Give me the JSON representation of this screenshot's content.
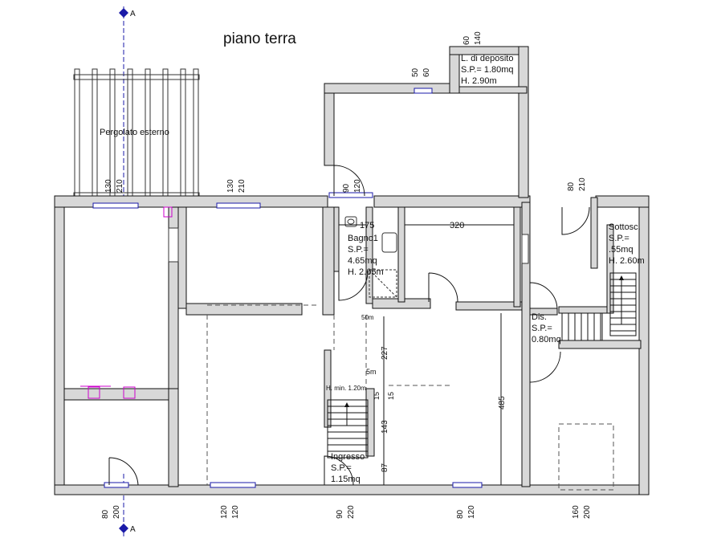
{
  "title": "piano terra",
  "section_marker": "A",
  "rooms": {
    "pergola": "Pergolato esterno",
    "deposito": [
      "L. di deposito",
      "S.P.= 1.80mq",
      "H. 2.90m"
    ],
    "bagno": [
      "Bagno1",
      "S.P.=",
      "4.65mq",
      "H. 2.65m"
    ],
    "sottoscala": [
      "Sottosc.",
      "S.P.=",
      ".55mq",
      "H. 2.60m"
    ],
    "disimpegno": [
      "Dis.",
      "S.P.=",
      "0.80mq"
    ],
    "ingresso": [
      "Ingresso",
      "S.P.=",
      "1.15mq"
    ]
  },
  "annotations": {
    "bagno_width": "175",
    "room_width": "320",
    "stair_height_1": "227",
    "stair_height_2": "143",
    "stair_height_3": "87",
    "corridor_length": "485",
    "stair_mid_a": "15",
    "stair_mid_b": "15",
    "h_min": "H. min. 1.20m",
    "frag_50m": "50m",
    "frag_5m": "5m"
  },
  "openings": [
    {
      "id": "pergola-w1",
      "w": "130",
      "h": "210"
    },
    {
      "id": "pergola-w2",
      "w": "130",
      "h": "210"
    },
    {
      "id": "door-top",
      "w": "90",
      "h": "120"
    },
    {
      "id": "deposito-w",
      "w": "50",
      "h": "60"
    },
    {
      "id": "deposito-top",
      "w": "60",
      "h": "140"
    },
    {
      "id": "sottoscala-door",
      "w": "80",
      "h": "210"
    },
    {
      "id": "bottom-left-door",
      "w": "80",
      "h": "200"
    },
    {
      "id": "bottom-w1",
      "w": "120",
      "h": "120"
    },
    {
      "id": "bottom-door",
      "w": "90",
      "h": "220"
    },
    {
      "id": "bottom-w2",
      "w": "80",
      "h": "120"
    },
    {
      "id": "bottom-door-right",
      "w": "160",
      "h": "200"
    }
  ],
  "colors": {
    "wall": "#d8d8d8",
    "line": "#111111",
    "accent": "#1a1aa8",
    "marker": "#cc00cc"
  }
}
